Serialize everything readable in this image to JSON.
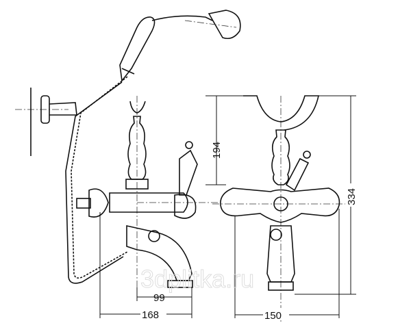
{
  "dimensions": {
    "height_to_spout_axis": "194",
    "total_height": "334",
    "spout_reach": "99",
    "total_depth": "168",
    "width": "150"
  },
  "watermark": "3dplitka.ru"
}
